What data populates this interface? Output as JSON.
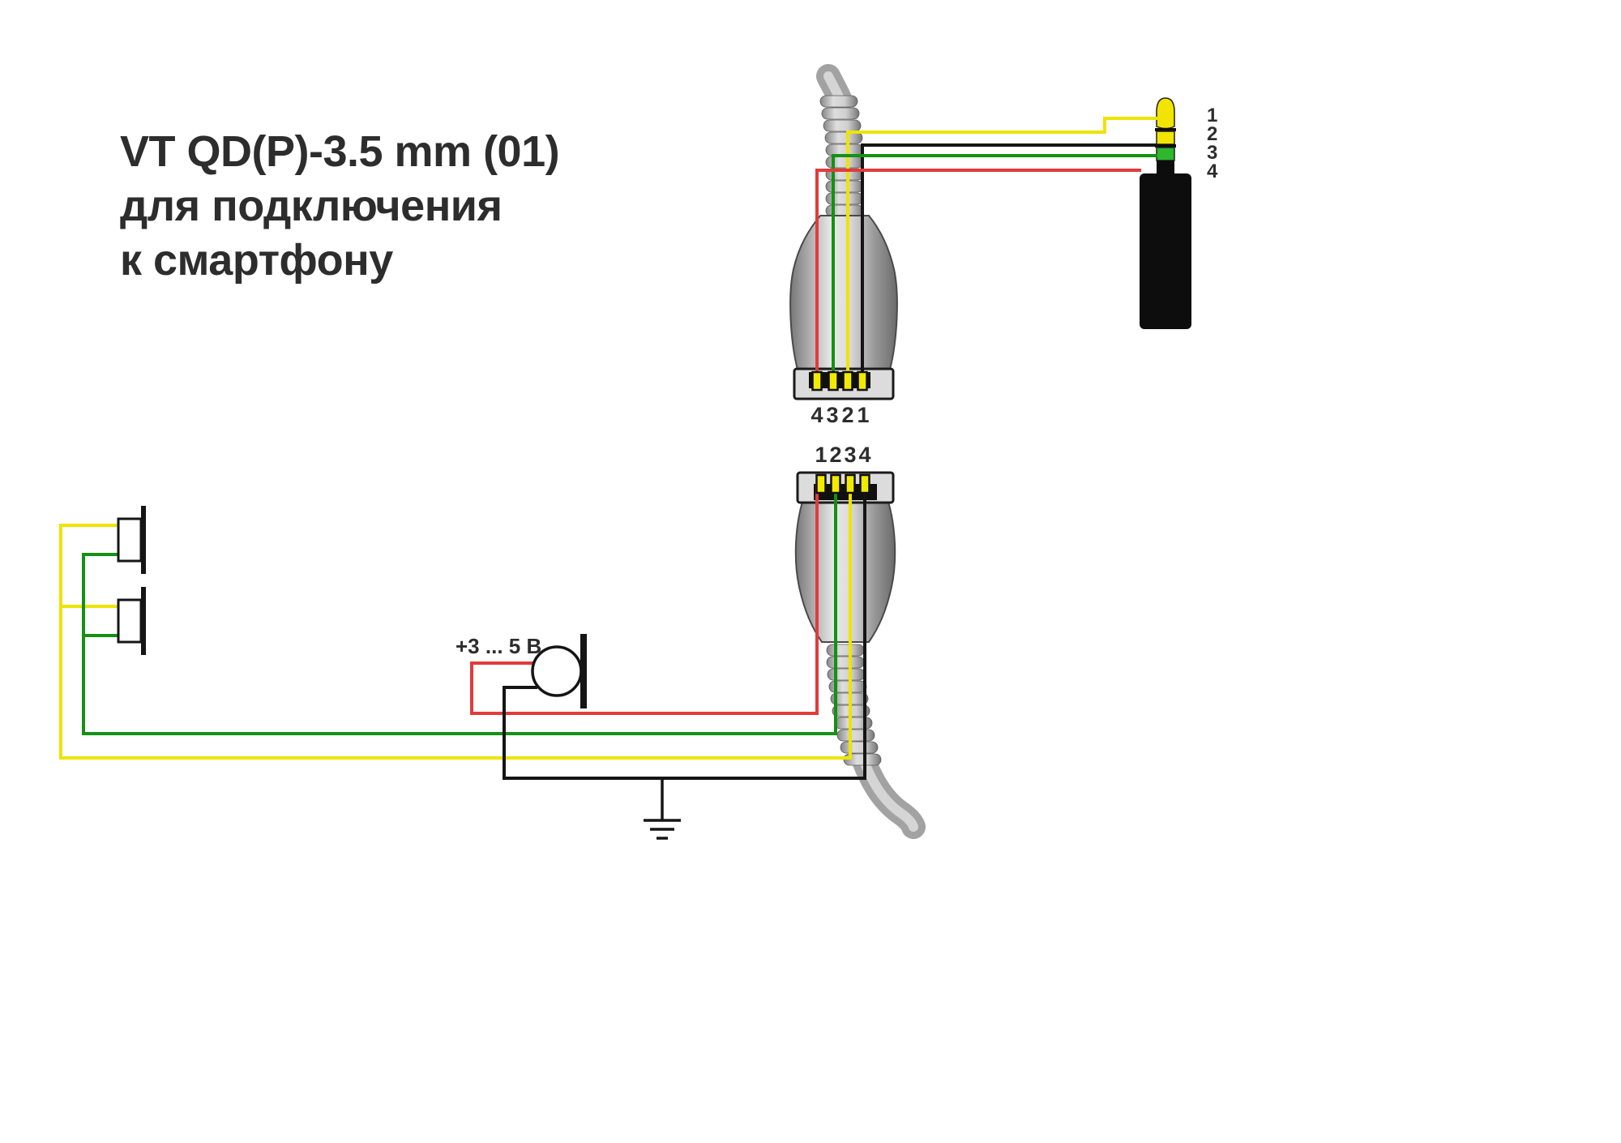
{
  "title": {
    "line1": "VT QD(P)-3.5 mm (01)",
    "line2": "для подключения",
    "line3": "к смартфону"
  },
  "jack": {
    "pins": [
      "1",
      "2",
      "3",
      "4"
    ]
  },
  "top_connector": {
    "pins": [
      "4",
      "3",
      "2",
      "1"
    ]
  },
  "bottom_connector": {
    "pins": [
      "1",
      "2",
      "3",
      "4"
    ]
  },
  "mic": {
    "voltage_label": "+3 ... 5 В"
  },
  "colors": {
    "wire_yellow": "#ede400",
    "wire_green": "#149114",
    "wire_red": "#e23b3b",
    "wire_black": "#151515",
    "contact_yellow": "#f2ea00",
    "jack_tip_yellow": "#f2e400",
    "jack_ring_green": "#2db82d",
    "jack_body_black": "#0d0d0d"
  }
}
